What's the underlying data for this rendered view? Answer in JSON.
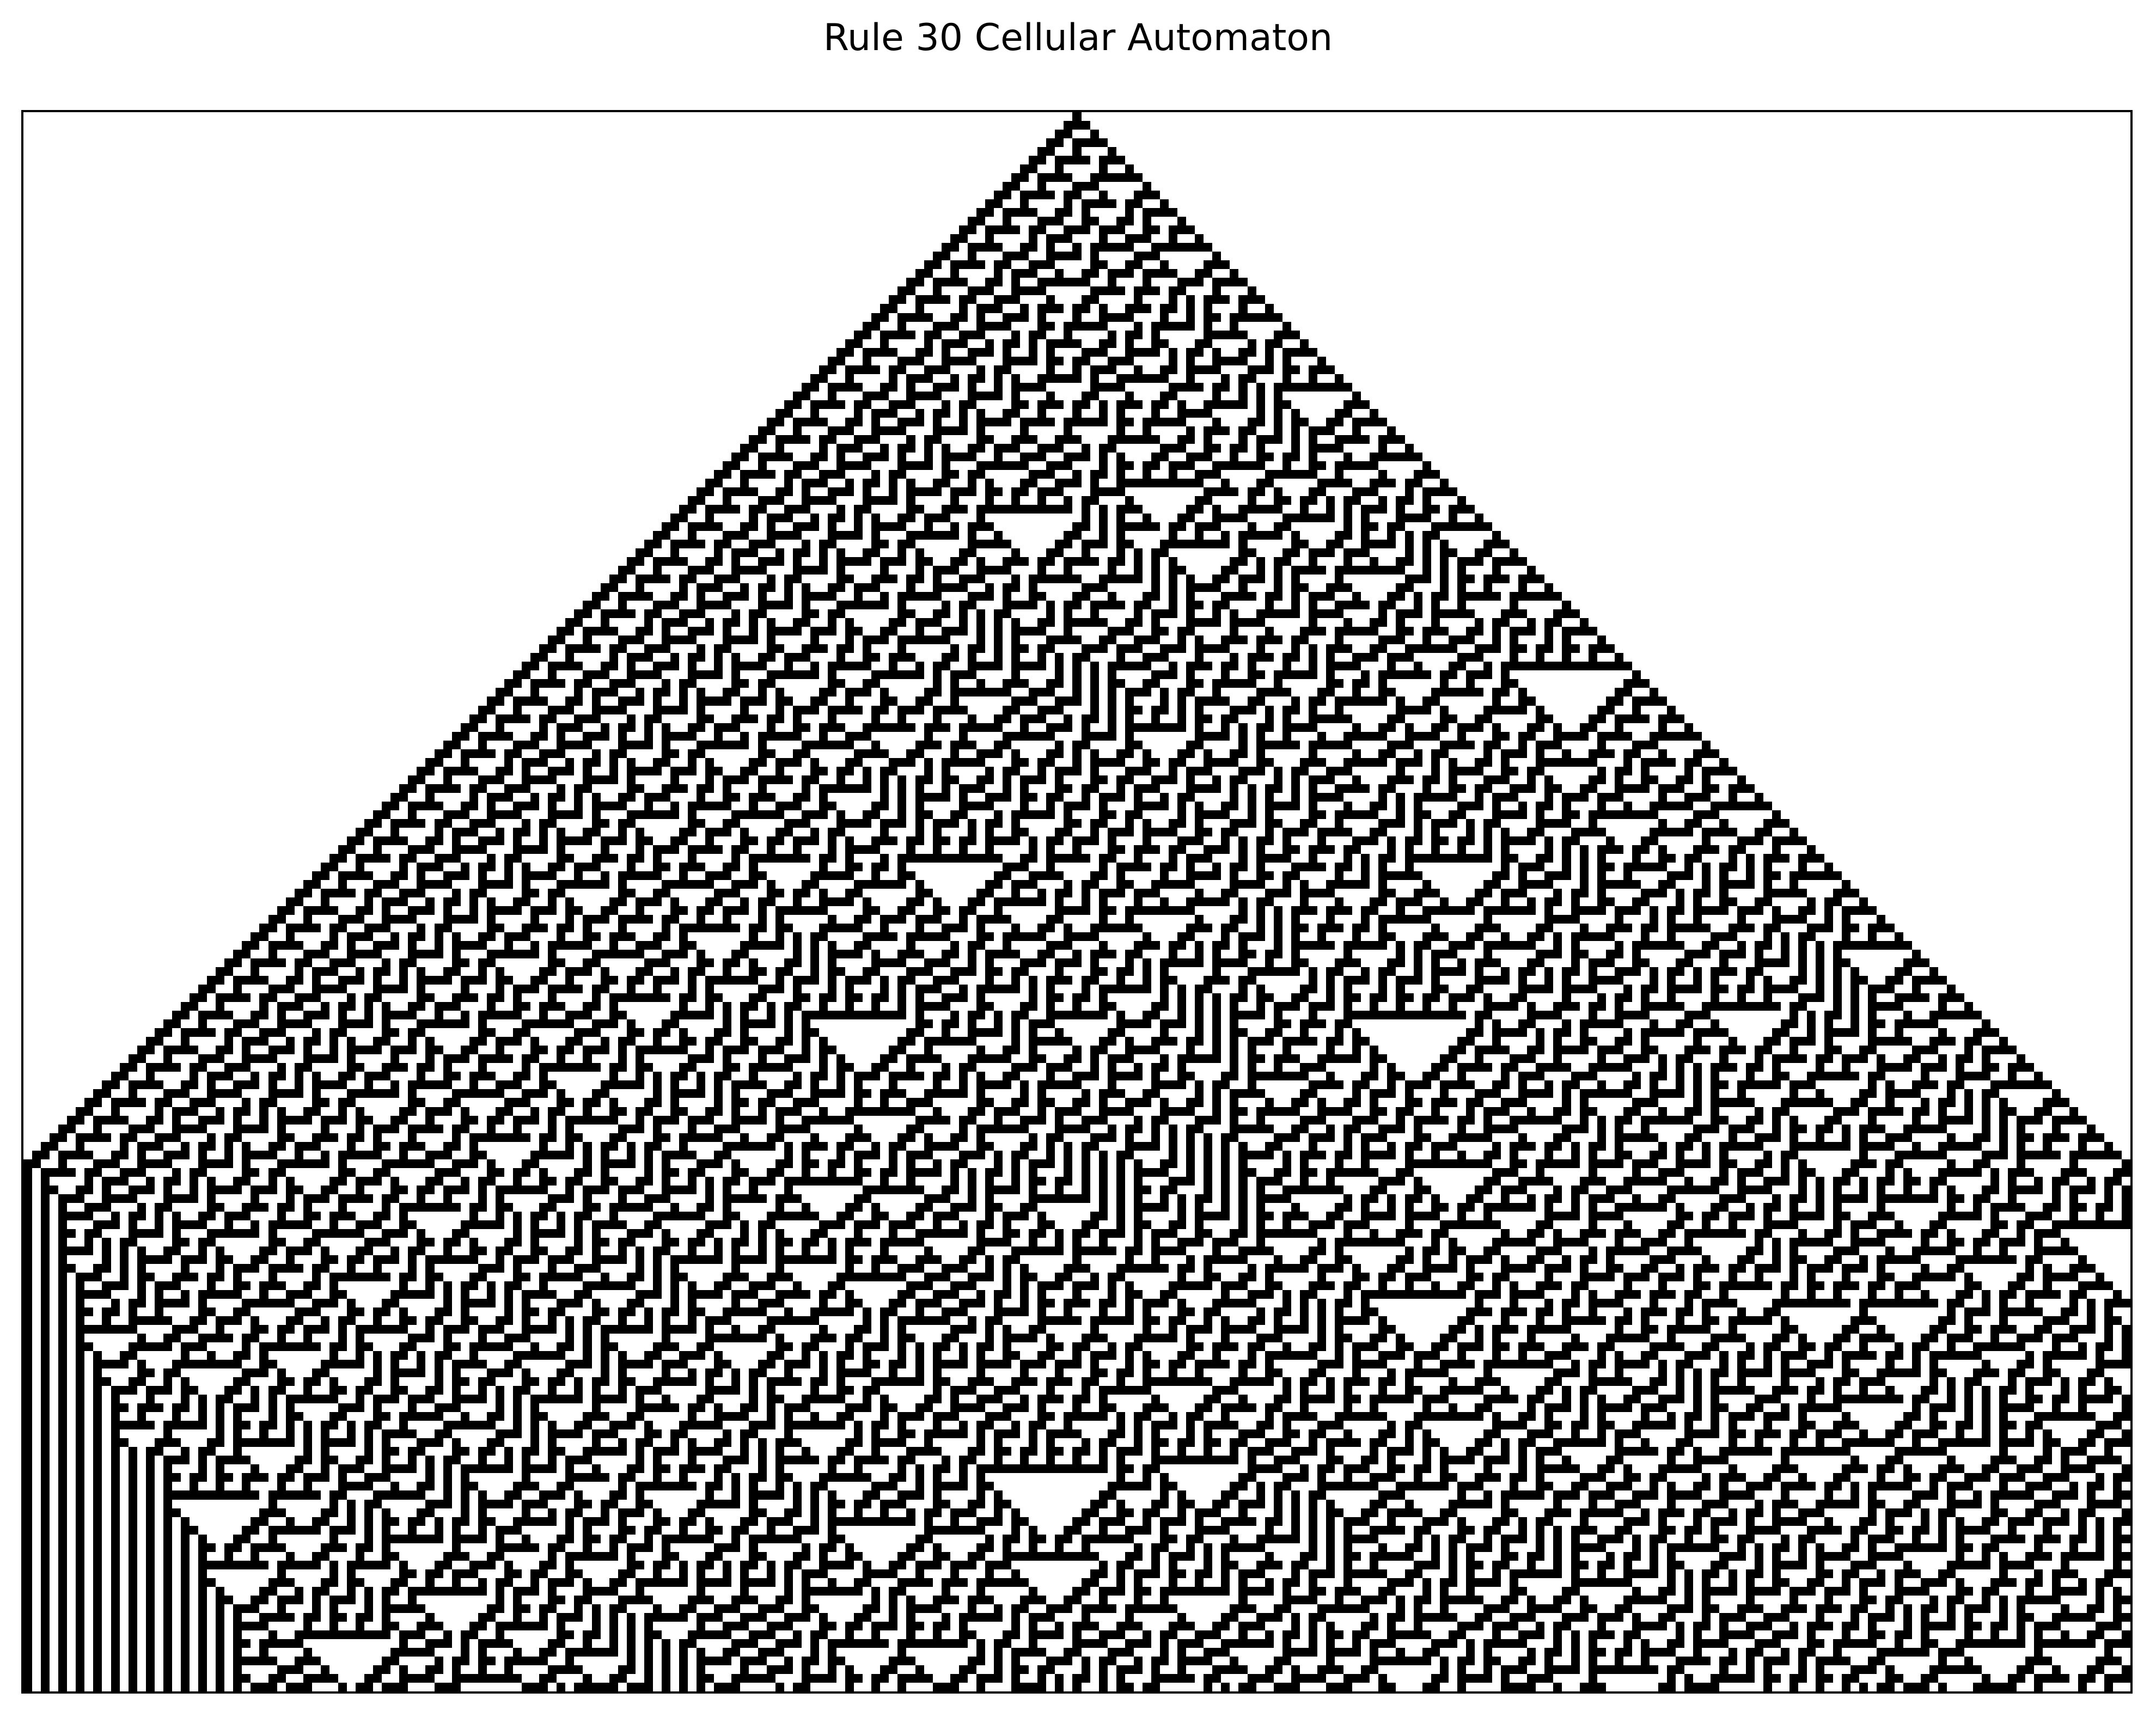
{
  "title": "Rule 30 Cellular Automaton",
  "colors": {
    "live": "#000000",
    "dead": "#ffffff",
    "frame": "#000000",
    "background": "#ffffff"
  },
  "automaton": {
    "rule": 30,
    "initial_state": "single live cell at center",
    "columns": 241,
    "generations": 181,
    "boundary": "fixed dead cells"
  }
}
